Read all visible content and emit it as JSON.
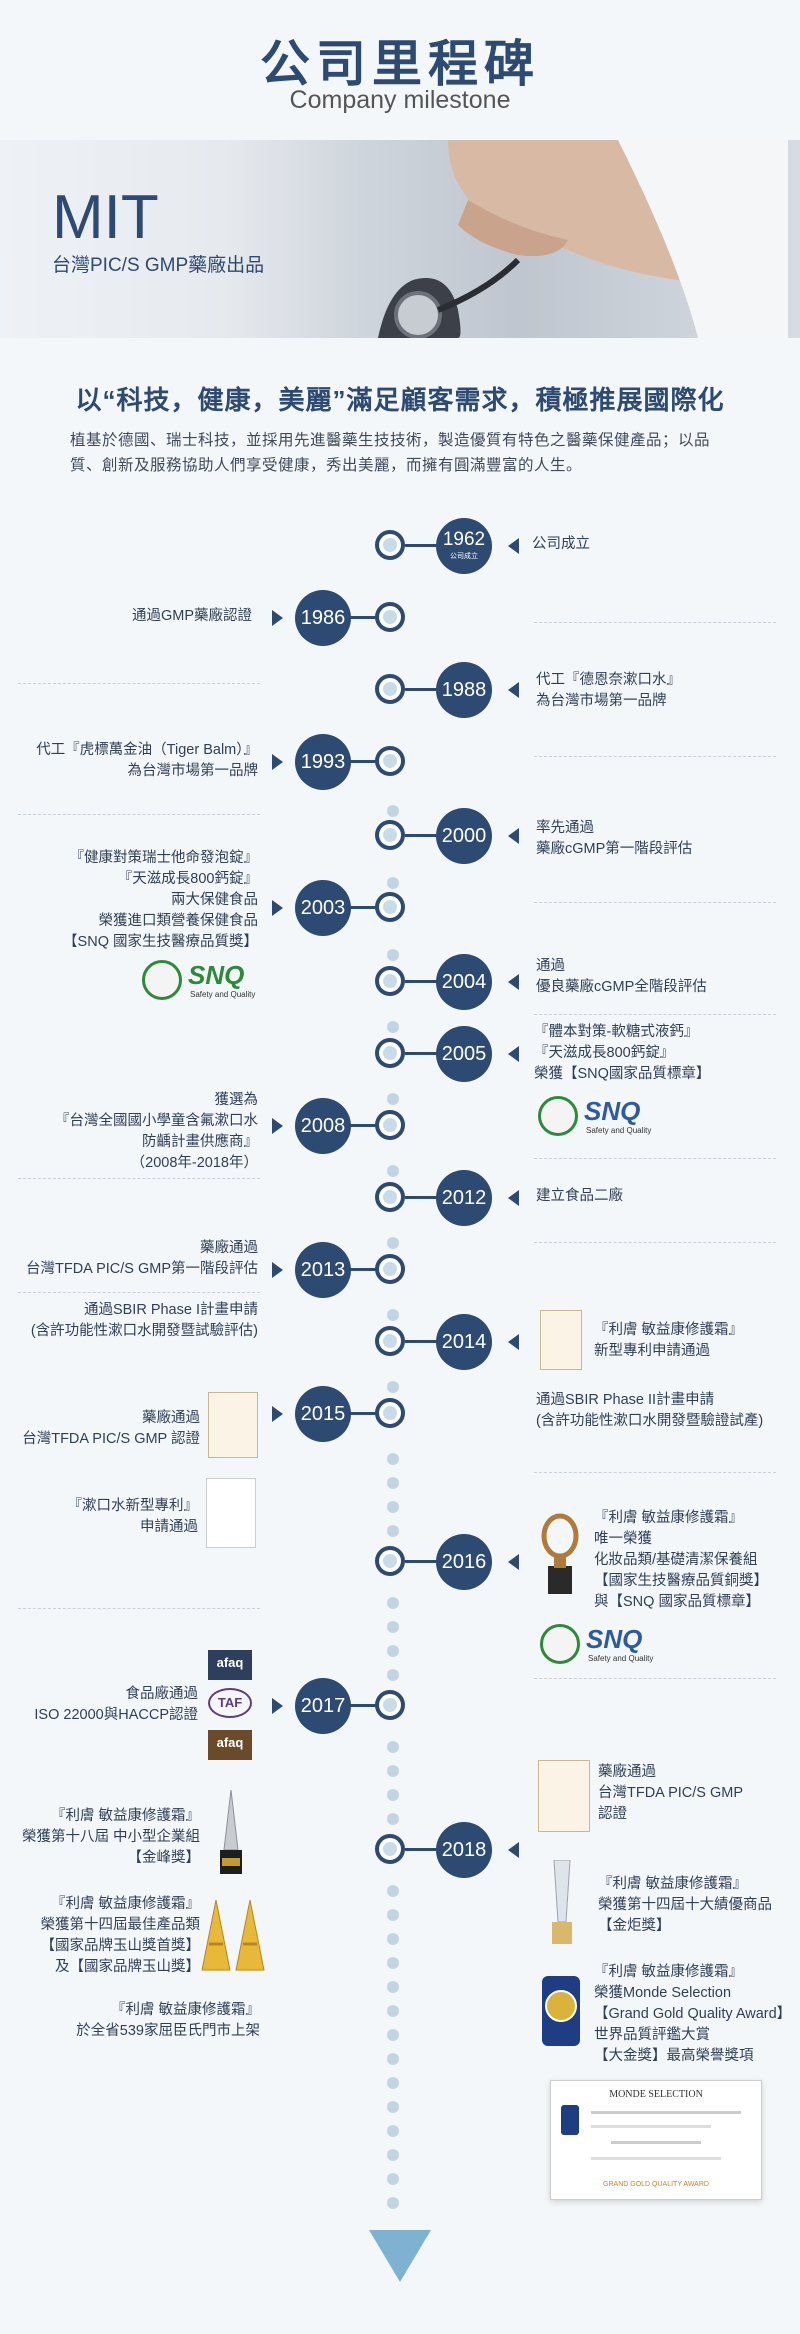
{
  "header": {
    "title": "公司里程碑",
    "subtitle": "Company milestone"
  },
  "hero": {
    "brand": "MIT",
    "brand_sub": "台灣PIC/S GMP藥廠出品"
  },
  "tagline": "以“科技，健康，美麗”滿足顧客需求，積極推展國際化",
  "intro": "植基於德國、瑞士科技，並採用先進醫藥生技技術，製造優質有特色之醫藥保健產品；以品質、創新及服務協助人們享受健康，秀出美麗，而擁有圓滿豐富的人生。",
  "colors": {
    "navy": "#2d4a72",
    "dot": "#bfd6e4",
    "arrow": "#7fb2d0"
  },
  "milestones": {
    "y1962": {
      "year": "1962",
      "sub": "公司成立",
      "text": "公司成立"
    },
    "y1986": {
      "year": "1986",
      "text": "通過GMP藥廠認證"
    },
    "y1988": {
      "year": "1988",
      "l1": "代工『德恩奈漱口水』",
      "l2": "為台灣市場第一品牌"
    },
    "y1993": {
      "year": "1993",
      "l1": "代工『虎標萬金油（Tiger Balm）』",
      "l2": "為台灣市場第一品牌"
    },
    "y2000": {
      "year": "2000",
      "l1": "率先通過",
      "l2": "藥廠cGMP第一階段評估"
    },
    "y2003": {
      "year": "2003",
      "l1": "『健康對策瑞士他命發泡錠』",
      "l2": "『天滋成長800鈣錠』",
      "l3": "兩大保健食品",
      "l4": "榮獲進口類營養保健食品",
      "l5": "【SNQ 國家生技醫療品質獎】"
    },
    "y2004": {
      "year": "2004",
      "l1": "通過",
      "l2": "優良藥廠cGMP全階段評估"
    },
    "y2005": {
      "year": "2005",
      "l1": "『體本對策-軟糖式液鈣』",
      "l2": "『天滋成長800鈣錠』",
      "l3": "榮獲【SNQ國家品質標章】"
    },
    "y2008": {
      "year": "2008",
      "l1": "獲選為",
      "l2": "『台灣全國國小學童含氟漱口水",
      "l3": "防齲計畫供應商』",
      "l4": "（2008年-2018年）"
    },
    "y2012": {
      "year": "2012",
      "text": "建立食品二廠"
    },
    "y2013": {
      "year": "2013",
      "l1": "藥廠通過",
      "l2": "台灣TFDA PIC/S GMP第一階段評估"
    },
    "y2014": {
      "year": "2014",
      "ll1": "通過SBIR Phase I計畫申請",
      "ll2": "(含許功能性漱口水開發暨試驗評估)",
      "rl1": "『利膚 敏益康修護霜』",
      "rl2": "新型專利申請通過",
      "rl3": "通過SBIR Phase II計畫申請",
      "rl4": "(含許功能性漱口水開發暨驗證試產)"
    },
    "y2015": {
      "year": "2015",
      "l1": "藥廠通過",
      "l2": "台灣TFDA PIC/S GMP 認證"
    },
    "y2016": {
      "year": "2016",
      "ll1": "『漱口水新型專利』",
      "ll2": "申請通過",
      "rl1": "『利膚 敏益康修護霜』",
      "rl2": "唯一榮獲",
      "rl3": "化妝品類/基礎清潔保養組",
      "rl4": "【國家生技醫療品質銅獎】",
      "rl5": "與【SNQ 國家品質標章】"
    },
    "y2017": {
      "year": "2017",
      "l1": "食品廠通過",
      "l2": "ISO 22000與HACCP認證"
    },
    "y2018": {
      "year": "2018",
      "left": [
        {
          "l1": "『利膚 敏益康修護霜』",
          "l2": "榮獲第十八屆 中小型企業組",
          "l3": "【金峰獎】"
        },
        {
          "l1": "『利膚 敏益康修護霜』",
          "l2": "榮獲第十四屆最佳產品類",
          "l3": "【國家品牌玉山獎首獎】",
          "l4": "及【國家品牌玉山獎】"
        },
        {
          "l1": "『利膚 敏益康修護霜』",
          "l2": "於全省539家屈臣氏門市上架"
        }
      ],
      "right": [
        {
          "l1": "藥廠通過",
          "l2": "台灣TFDA PIC/S GMP",
          "l3": "認證"
        },
        {
          "l1": "『利膚 敏益康修護霜』",
          "l2": "榮獲第十四屆十大績優商品",
          "l3": "【金炬獎】"
        },
        {
          "l1": "『利膚 敏益康修護霜』",
          "l2": "榮獲Monde Selection",
          "l3": "【Grand Gold Quality Award】",
          "l4": "世界品質評鑑大賞",
          "l5": "【大金獎】最高榮譽獎項"
        }
      ]
    }
  },
  "logos": {
    "snq": "SNQ",
    "snq_sub": "Safety and Quality",
    "afaq": "afaq",
    "taf": "TAF"
  },
  "cert": {
    "title": "MONDE SELECTION",
    "award": "GRAND GOLD QUALITY AWARD"
  }
}
